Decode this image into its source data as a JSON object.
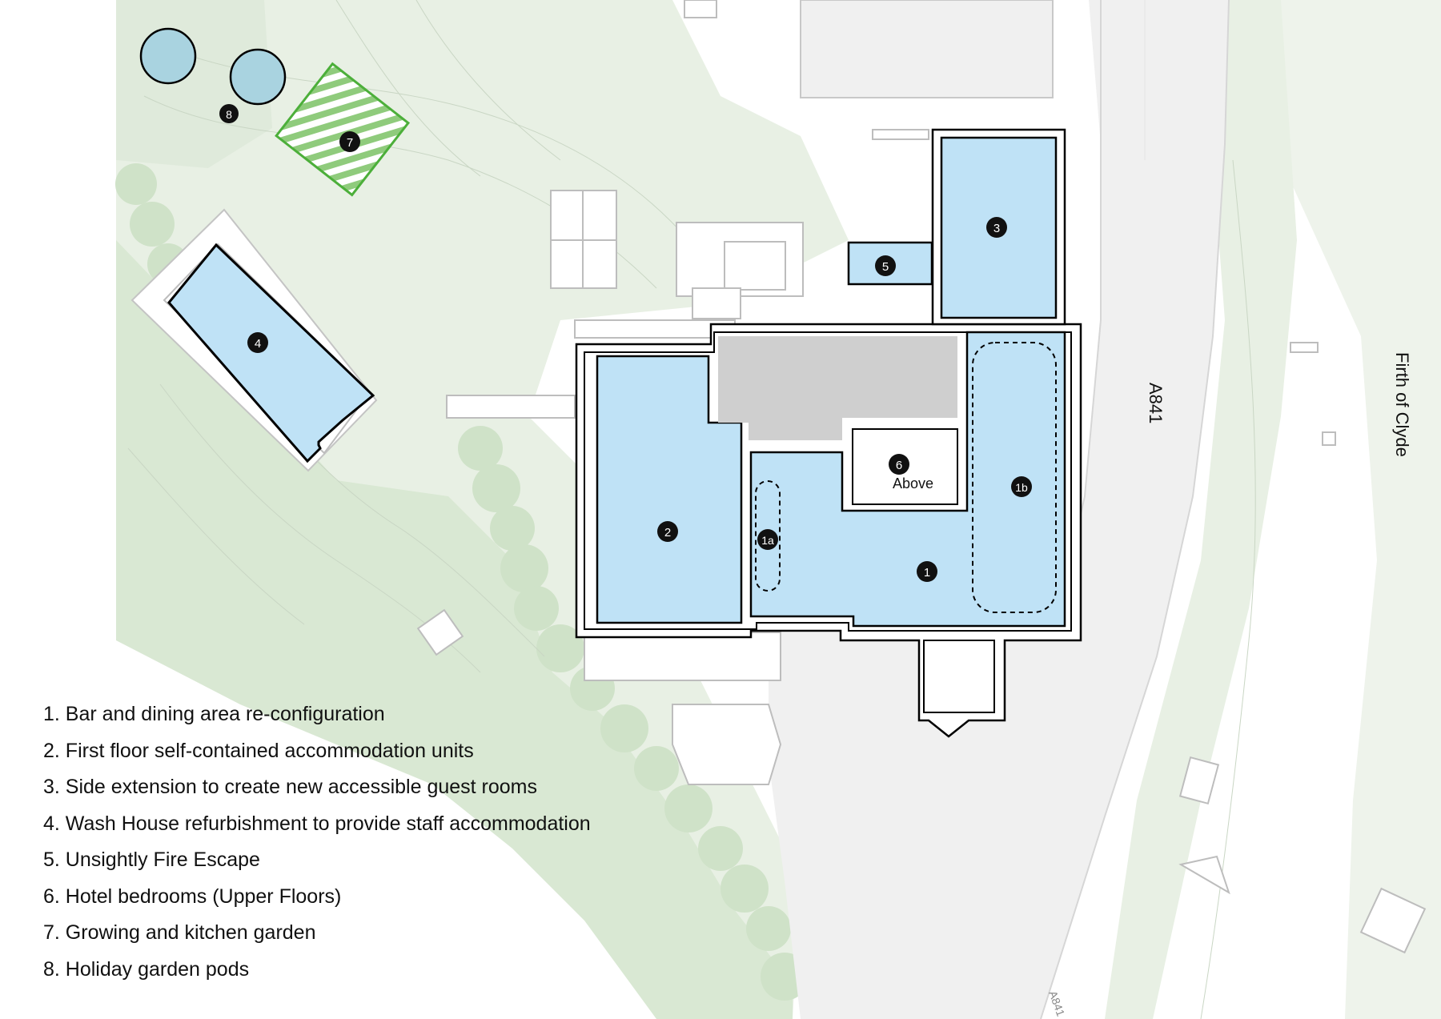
{
  "map": {
    "road_label": "A841",
    "road_label_lower": "A841",
    "water_label": "Firth of Clyde",
    "above_label": "Above",
    "markers": {
      "m1": "1",
      "m1a": "1a",
      "m1b": "1b",
      "m2": "2",
      "m3": "3",
      "m4": "4",
      "m5": "5",
      "m6": "6",
      "m7": "7",
      "m8": "8"
    },
    "colors": {
      "proposal_fill": "#bfe2f6",
      "garden_green": "#7cc36a",
      "landscape_green": "#e6efe2",
      "pod_fill": "#a9d3e0",
      "existing_grey": "#cccccc",
      "marker_fill": "#111111"
    }
  },
  "legend": [
    "1. Bar and dining area re-configuration",
    "2. First floor self-contained accommodation units",
    "3. Side extension to create new accessible guest rooms",
    "4. Wash House refurbishment to provide staff accommodation",
    "5. Unsightly Fire Escape",
    "6. Hotel bedrooms (Upper Floors)",
    "7. Growing and kitchen garden",
    "8. Holiday garden pods"
  ]
}
